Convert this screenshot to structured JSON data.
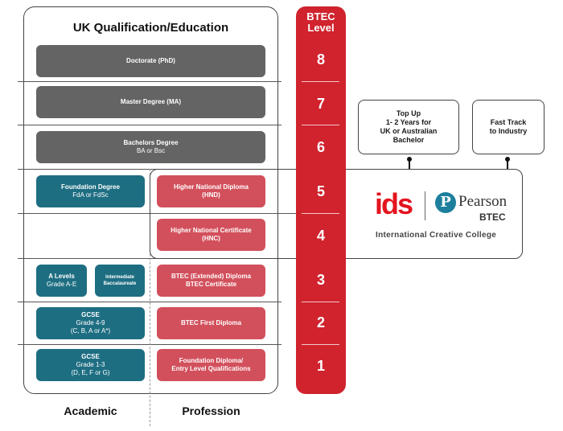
{
  "title": "UK Qualification/Education",
  "btec_header": "BTEC Level",
  "levels": [
    "8",
    "7",
    "6",
    "5",
    "4",
    "3",
    "2",
    "1"
  ],
  "academic": {
    "doctorate": {
      "title": "Doctorate (PhD)"
    },
    "masters": {
      "title": "Master Degree (MA)"
    },
    "bachelors": {
      "title": "Bachelors Degree",
      "sub": "BA or Bsc"
    },
    "foundation_degree": {
      "title": "Foundation Degree",
      "sub": "FdA or FdSc"
    },
    "a_levels": {
      "title": "A Levels",
      "sub": "Grade A-E"
    },
    "intermediate_bacc": {
      "title": "Intermediate Baccalaureate"
    },
    "gcse_high": {
      "title": "GCSE",
      "sub1": "Grade 4-9",
      "sub2": "(C, B, A or A*)"
    },
    "gcse_low": {
      "title": "GCSE",
      "sub1": "Grade 1-3",
      "sub2": "(D, E, F or G)"
    }
  },
  "profession": {
    "hnd": {
      "line1": "Higher National Diploma",
      "line2": "(HND)"
    },
    "hnc": {
      "line1": "Higher National Certificate",
      "line2": "(HNC)"
    },
    "btec_ext": {
      "line1": "BTEC (Extended) Diploma",
      "line2": "BTEC Certificate"
    },
    "btec_first": {
      "line1": "BTEC First Diploma"
    },
    "foundation_diploma": {
      "line1": "Foundation Diploma/",
      "line2": "Entry Level Qualifications"
    }
  },
  "callouts": {
    "top_up": {
      "line1": "Top Up",
      "line2": "1- 2 Years for",
      "line3": "UK or Australian",
      "line4": "Bachelor"
    },
    "fast_track": {
      "line1": "Fast Track",
      "line2": "to Industry"
    }
  },
  "logos": {
    "ids": "ids",
    "pearson_glyph": "P",
    "pearson": "Pearson",
    "btec": "BTEC",
    "college": "International Creative College"
  },
  "columns": {
    "academic": "Academic",
    "profession": "Profession"
  },
  "colors": {
    "academic": "#1e6e82",
    "profession": "#d2505c",
    "higher": "#646464",
    "btec_bar": "#d0232e",
    "ids_red": "#e3141e",
    "pearson_blue": "#1e7f9c"
  }
}
